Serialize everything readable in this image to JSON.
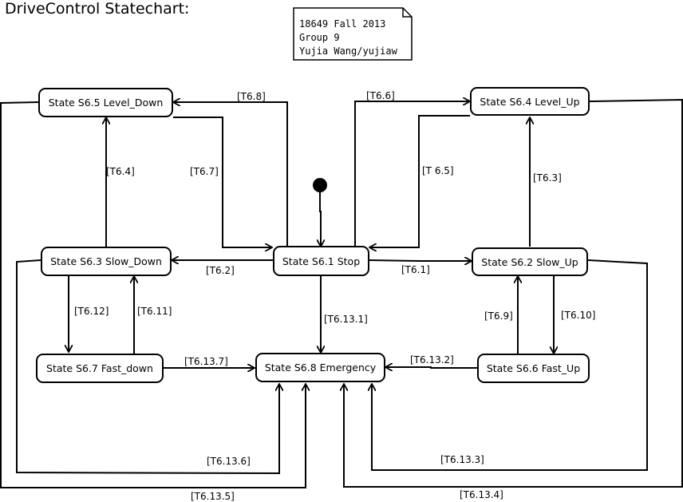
{
  "title": "DriveControl Statechart:",
  "note": {
    "lines": [
      "18649 Fall 2013",
      "Group 9",
      "Yujia Wang/yujiaw"
    ]
  },
  "states": {
    "s61": "State S6.1 Stop",
    "s62": "State S6.2 Slow_Up",
    "s63": "State S6.3 Slow_Down",
    "s64": "State S6.4 Level_Up",
    "s65": "State S6.5 Level_Down",
    "s66": "State S6.6 Fast_Up",
    "s67": "State S6.7 Fast_down",
    "s68": "State S6.8 Emergency"
  },
  "transitions": {
    "t61": "[T6.1]",
    "t62": "[T6.2]",
    "t63": "[T6.3]",
    "t64": "[T6.4]",
    "t65": "[T 6.5]",
    "t66": "[T6.6]",
    "t67": "[T6.7]",
    "t68": "[T6.8]",
    "t69": "[T6.9]",
    "t610": "[T6.10]",
    "t611": "[T6.11]",
    "t612": "[T6.12]",
    "t6131": "[T6.13.1]",
    "t6132": "[T6.13.2]",
    "t6133": "[T6.13.3]",
    "t6134": "[T6.13.4]",
    "t6135": "[T6.13.5]",
    "t6136": "[T6.13.6]",
    "t6137": "[T6.13.7]"
  }
}
